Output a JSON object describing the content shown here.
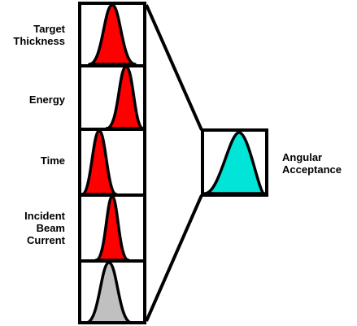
{
  "colors": {
    "stroke": "#000000",
    "peak_red": "#ff0000",
    "peak_gray": "#c0c0c0",
    "peak_cyan": "#00e5d8",
    "background": "#ffffff"
  },
  "labels": {
    "target_thickness": [
      "Target",
      "Thickness"
    ],
    "energy": [
      "Energy"
    ],
    "time": [
      "Time"
    ],
    "incident_beam_current": [
      "Incident",
      "Beam",
      "Current"
    ],
    "angular_acceptance": [
      "Angular",
      "Acceptance"
    ]
  }
}
